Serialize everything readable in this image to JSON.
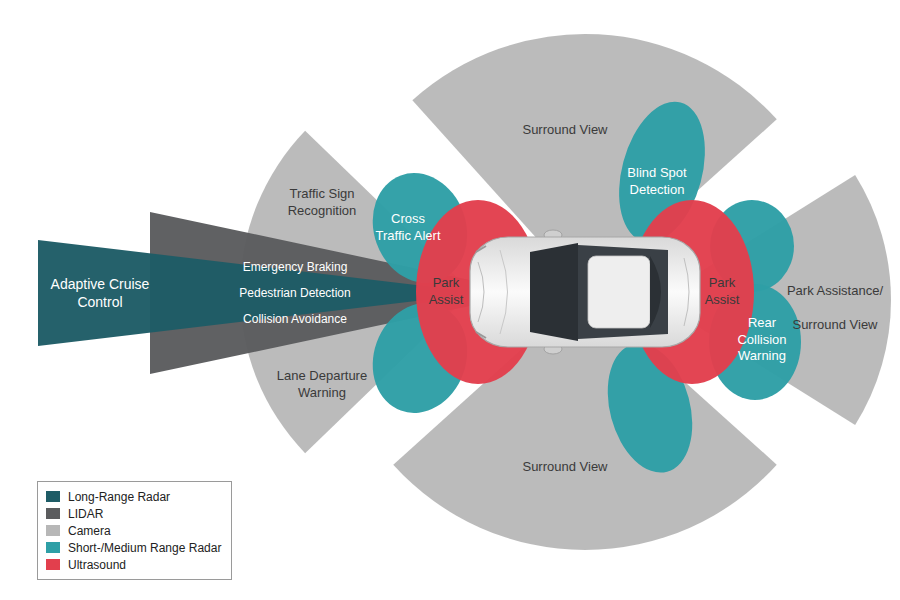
{
  "diagram": {
    "nodes": [
      {
        "text": [
          "Surround View"
        ]
      },
      {
        "text": [
          "Blind Spot Detection"
        ]
      },
      {
        "text": [
          "Traffic Sign Recognition",
          "Lane Departure Warning"
        ]
      },
      {
        "text": [
          "Cross Traffic Alert"
        ]
      },
      {
        "text": [
          "Adaptive Cruise Control"
        ]
      },
      {
        "text": [
          "Emergency Braking",
          "Pedestrian Detection",
          "Collision Avoidance"
        ]
      },
      {
        "text": [
          "Park Assist"
        ]
      },
      {
        "text": [
          "Park Assist"
        ]
      },
      {
        "text": [
          "Park Assistance/ Surround View"
        ]
      },
      {
        "text": [
          "Rear Collision Warning"
        ]
      },
      {
        "text": [
          "Surround View"
        ]
      }
    ],
    "legend": [
      {
        "text": "Long-Range Radar",
        "color": "#1e5c66"
      },
      {
        "text": "LIDAR",
        "color": "#5b5c5e"
      },
      {
        "text": "Camera",
        "color": "#b7b7b7"
      },
      {
        "text": "Short-/Medium Range Radar",
        "color": "#2e9fa6"
      },
      {
        "text": "Ultrasound",
        "color": "#e23f4d"
      }
    ]
  }
}
